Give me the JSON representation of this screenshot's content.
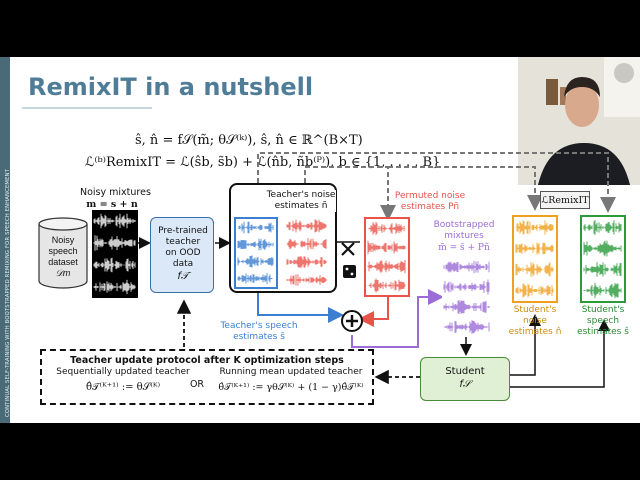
{
  "slide": {
    "title": "RemixIT in a nutshell",
    "sidebar_text": "CONTINUAL SELF-TRAINING WITH BOOTSTRAPPED REMIXING FOR SPEECH ENHANCEMENT",
    "eq1": "ŝ, n̂ = f𝒮(m̃; θ𝒮⁽ᵏ⁾),  ŝ, n̂ ∈ ℝ^(B×T)",
    "eq2": "ℒ⁽ᵇ⁾RemixIT = ℒ(ŝb, s̃b) + ℒ(n̂b, ñb⁽ᴾ⁾),  b ∈ {1, . . . , B}"
  },
  "diagram": {
    "noisy_mixtures_label": "Noisy mixtures",
    "noisy_mixtures_eq": "m = s + n",
    "dataset_label": [
      "Noisy",
      "speech",
      "dataset",
      "𝒟m"
    ],
    "teacher_label": [
      "Pre-trained",
      "teacher",
      "on OOD",
      "data",
      "f𝒯"
    ],
    "teacher_noise_label": [
      "Teacher's noise",
      "estimates ñ"
    ],
    "teacher_speech_label": [
      "Teacher's speech",
      "estimates s̃"
    ],
    "permuted_noise_label": [
      "Permuted noise",
      "estimates Pñ"
    ],
    "bootstrapped_label": [
      "Bootstrapped",
      "mixtures",
      "m̃ = s̃ + Pñ"
    ],
    "student_noise_label": [
      "Student's",
      "noise",
      "estimates n̂"
    ],
    "student_speech_label": [
      "Student's",
      "speech",
      "estimates ŝ"
    ],
    "loss_label": "ℒRemixIT",
    "student_label": [
      "Student",
      "f𝒮"
    ],
    "protocol_title": "Teacher update protocol after K optimization steps",
    "protocol_seq_label": "Sequentially updated teacher",
    "protocol_seq_eq": "θ̂𝒯⁽ᴷ⁺¹⁾ := θ𝒮⁽ᴷ⁾",
    "protocol_or": "OR",
    "protocol_mean_label": "Running mean updated teacher",
    "protocol_mean_eq": "θ̂𝒯⁽ᴷ⁺¹⁾ := γθ𝒮⁽ᴷ⁾ + (1 − γ)θ̂𝒯⁽ᴷ⁾"
  },
  "colors": {
    "title": "#4f7d98",
    "teacher_speech": "#3b7fd1",
    "teacher_noise": "#e9534a",
    "bootstrapped": "#9b6cd6",
    "student_noise": "#f0a020",
    "student_speech": "#2a9a3a",
    "teacher_box": "#dbe8f7",
    "student_box": "#dff0d4"
  }
}
